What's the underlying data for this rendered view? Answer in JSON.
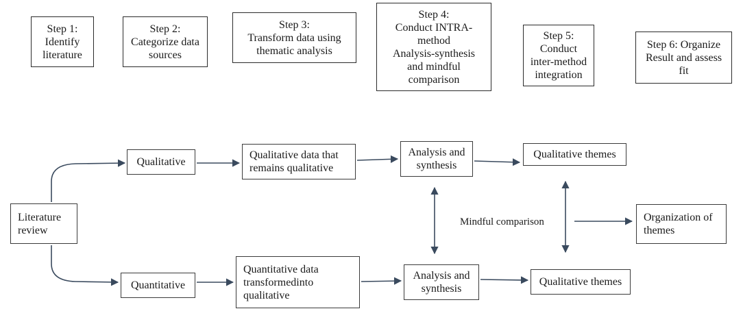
{
  "steps": [
    {
      "text": "Step 1:\nIdentify\nliterature"
    },
    {
      "text": "Step 2:\nCategorize data\nsources"
    },
    {
      "text": "Step 3:\nTransform data using\nthematic analysis"
    },
    {
      "text": "Step 4:\nConduct INTRA-\nmethod\nAnalysis-synthesis\nand mindful\ncomparison"
    },
    {
      "text": "Step 5:\nConduct\ninter-method\nintegration"
    },
    {
      "text": "Step 6: Organize\nResult and assess\nfit"
    }
  ],
  "flow": {
    "literature_review": "Literature\nreview",
    "qualitative": "Qualitative",
    "quantitative": "Quantitative",
    "qual_data": "Qualitative data that\nremains qualitative",
    "quant_data": "Quantitative data\ntransformedinto\nqualitative",
    "analysis_top": "Analysis and\nsynthesis",
    "analysis_bottom": "Analysis and\nsynthesis",
    "themes_top": "Qualitative themes",
    "themes_bottom": "Qualitative themes",
    "mindful_comparison": "Mindful comparison",
    "organization": "Organization of\nthemes"
  }
}
